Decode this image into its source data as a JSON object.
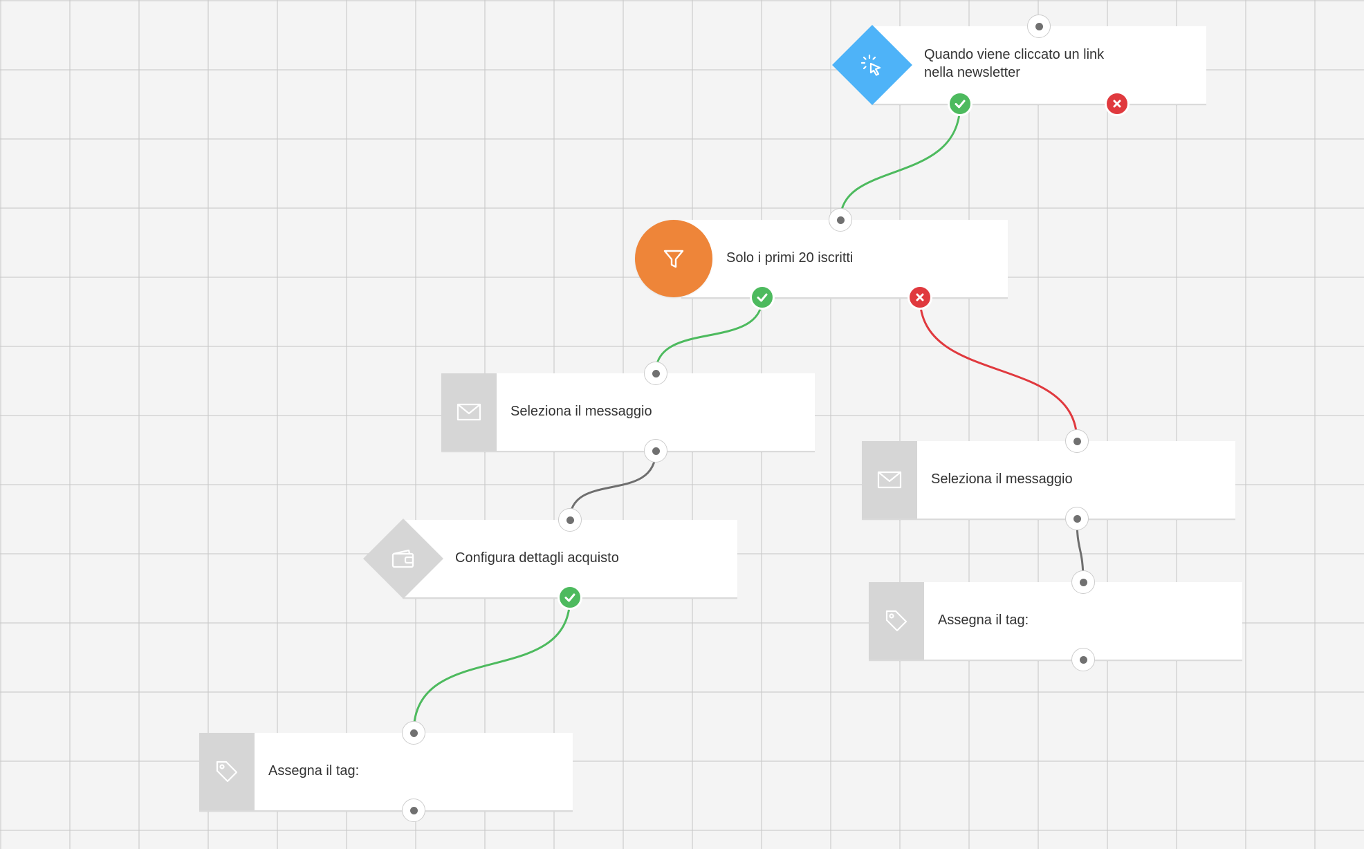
{
  "colors": {
    "trigger": "#4eb3f8",
    "filter": "#ee8539",
    "yes": "#4dba5e",
    "no": "#e0393e",
    "neutral_wire": "#6e6e6e",
    "icon_block": "#d6d6d6"
  },
  "nodes": {
    "trigger": {
      "label_line1": "Quando viene cliccato un link",
      "label_line2": "nella newsletter",
      "icon": "cursor-click-icon"
    },
    "filter": {
      "label": "Solo i primi 20 iscritti",
      "icon": "funnel-icon"
    },
    "message_left": {
      "label": "Seleziona il messaggio",
      "icon": "envelope-icon"
    },
    "purchase": {
      "label": "Configura dettagli acquisto",
      "icon": "wallet-icon"
    },
    "tag_left": {
      "label": "Assegna il tag:",
      "icon": "tag-icon"
    },
    "message_right": {
      "label": "Seleziona il messaggio",
      "icon": "envelope-icon"
    },
    "tag_right": {
      "label": "Assegna il tag:",
      "icon": "tag-icon"
    }
  }
}
